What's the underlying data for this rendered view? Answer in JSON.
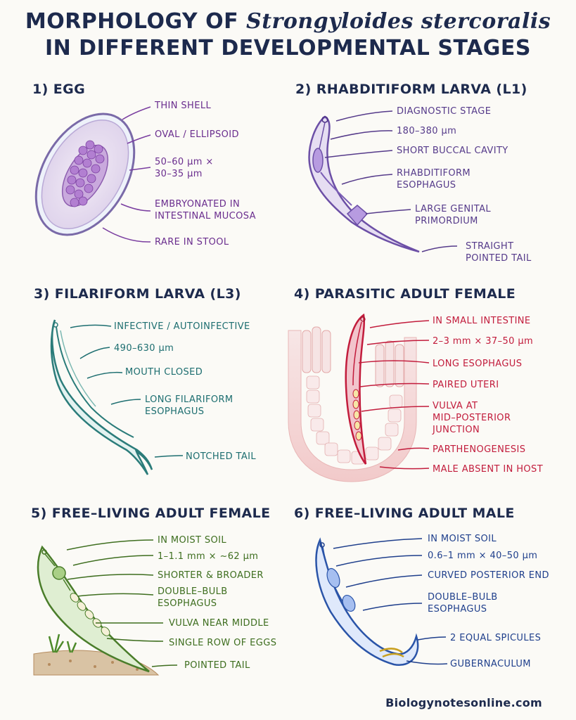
{
  "title": {
    "line1_prefix": "MORPHOLOGY OF ",
    "line1_species": "Strongyloides stercoralis",
    "line2": "IN DIFFERENT DEVELOPMENTAL STAGES"
  },
  "sections": [
    {
      "title": "1) EGG",
      "labels": [
        "THIN SHELL",
        "OVAL / ELLIPSOID",
        "50–60 µm ×\n30–35 µm",
        "EMBRYONATED IN\nINTESTINAL MUCOSA",
        "RARE IN STOOL"
      ]
    },
    {
      "title": "2) RHABDITIFORM LARVA (L1)",
      "labels": [
        "DIAGNOSTIC STAGE",
        "180–380 µm",
        "SHORT BUCCAL CAVITY",
        "RHABDITIFORM\nESOPHAGUS",
        "LARGE GENITAL\nPRIMORDIUM",
        "STRAIGHT\nPOINTED TAIL"
      ]
    },
    {
      "title": "3) FILARIFORM LARVA (L3)",
      "labels": [
        "INFECTIVE / AUTOINFECTIVE",
        "490–630 µm",
        "MOUTH CLOSED",
        "LONG FILARIFORM\nESOPHAGUS",
        "NOTCHED TAIL"
      ]
    },
    {
      "title": "4) PARASITIC ADULT FEMALE",
      "labels": [
        "IN SMALL INTESTINE",
        "2–3 mm × 37–50 µm",
        "LONG ESOPHAGUS",
        "PAIRED UTERI",
        "VULVA AT\nMID–POSTERIOR\nJUNCTION",
        "PARTHENOGENESIS",
        "MALE ABSENT IN HOST"
      ]
    },
    {
      "title": "5) FREE–LIVING ADULT FEMALE",
      "labels": [
        "IN MOIST SOIL",
        "1–1.1 mm × ~62 µm",
        "SHORTER & BROADER",
        "DOUBLE–BULB\nESOPHAGUS",
        "VULVA NEAR MIDDLE",
        "SINGLE ROW OF EGGS",
        "POINTED TAIL"
      ]
    },
    {
      "title": "6) FREE–LIVING ADULT MALE",
      "labels": [
        "IN MOIST SOIL",
        "0.6–1 mm × 40–50 µm",
        "CURVED POSTERIOR END",
        "DOUBLE–BULB\nESOPHAGUS",
        "2 EQUAL SPICULES",
        "GUBERNACULUM"
      ]
    }
  ],
  "footer": "Biologynotesonline.com",
  "colors": {
    "title": "#1d2a4d",
    "egg": "#6a2d8e",
    "rhabditiform": "#553a8a",
    "filariform": "#1d6e70",
    "parasitic_female": "#c21c3c",
    "free_living_female": "#3e6e1f",
    "free_living_male": "#1f3f8c"
  }
}
